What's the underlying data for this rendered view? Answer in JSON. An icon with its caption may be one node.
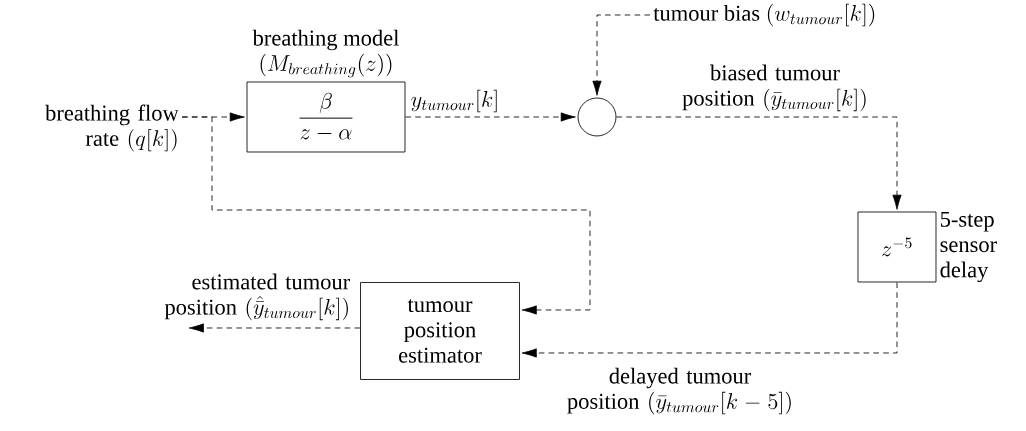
{
  "diagram": {
    "nodes": [
      {
        "text": [
          "breathing flow rate",
          "(q[k])"
        ]
      },
      {
        "text": [
          "breathing model",
          "(M_{breathing}(z))",
          "\\frac{\\beta}{z-\\alpha}"
        ]
      },
      {
        "text": [],
        "shape": "circle"
      },
      {
        "text": [
          "tumour bias",
          "(w_{tumour}[k])"
        ]
      },
      {
        "text": [
          "z^{-5}"
        ],
        "beside": [
          "5-step sensor delay"
        ]
      },
      {
        "text": [
          "tumour position estimator"
        ]
      }
    ],
    "edges": [
      {
        "from": 0,
        "to": 1,
        "arrow": "to",
        "style": "dashed"
      },
      {
        "from": 1,
        "to": 2,
        "arrow": "to",
        "style": "dashed",
        "label": "y_{tumour}[k]"
      },
      {
        "from": 3,
        "to": 2,
        "arrow": "to",
        "style": "dashed"
      },
      {
        "from": 2,
        "to": 4,
        "arrow": "to",
        "style": "dashed",
        "label": "biased tumour position"
      },
      {
        "from": 4,
        "to": 5,
        "arrow": "to",
        "style": "dashed",
        "label": "delayed tumour position"
      },
      {
        "from": 0,
        "to": 5,
        "arrow": "to",
        "style": "dashed"
      },
      {
        "from": 5,
        "to": null,
        "arrow": "to",
        "style": "dashed",
        "label": "estimated tumour position"
      }
    ],
    "labels": [
      "(\\bar{y}_{tumour}[k])",
      "(\\bar{y}_{tumour}[k-5])",
      "(\\hat{\\bar{y}}_{tumour}[k])"
    ]
  }
}
